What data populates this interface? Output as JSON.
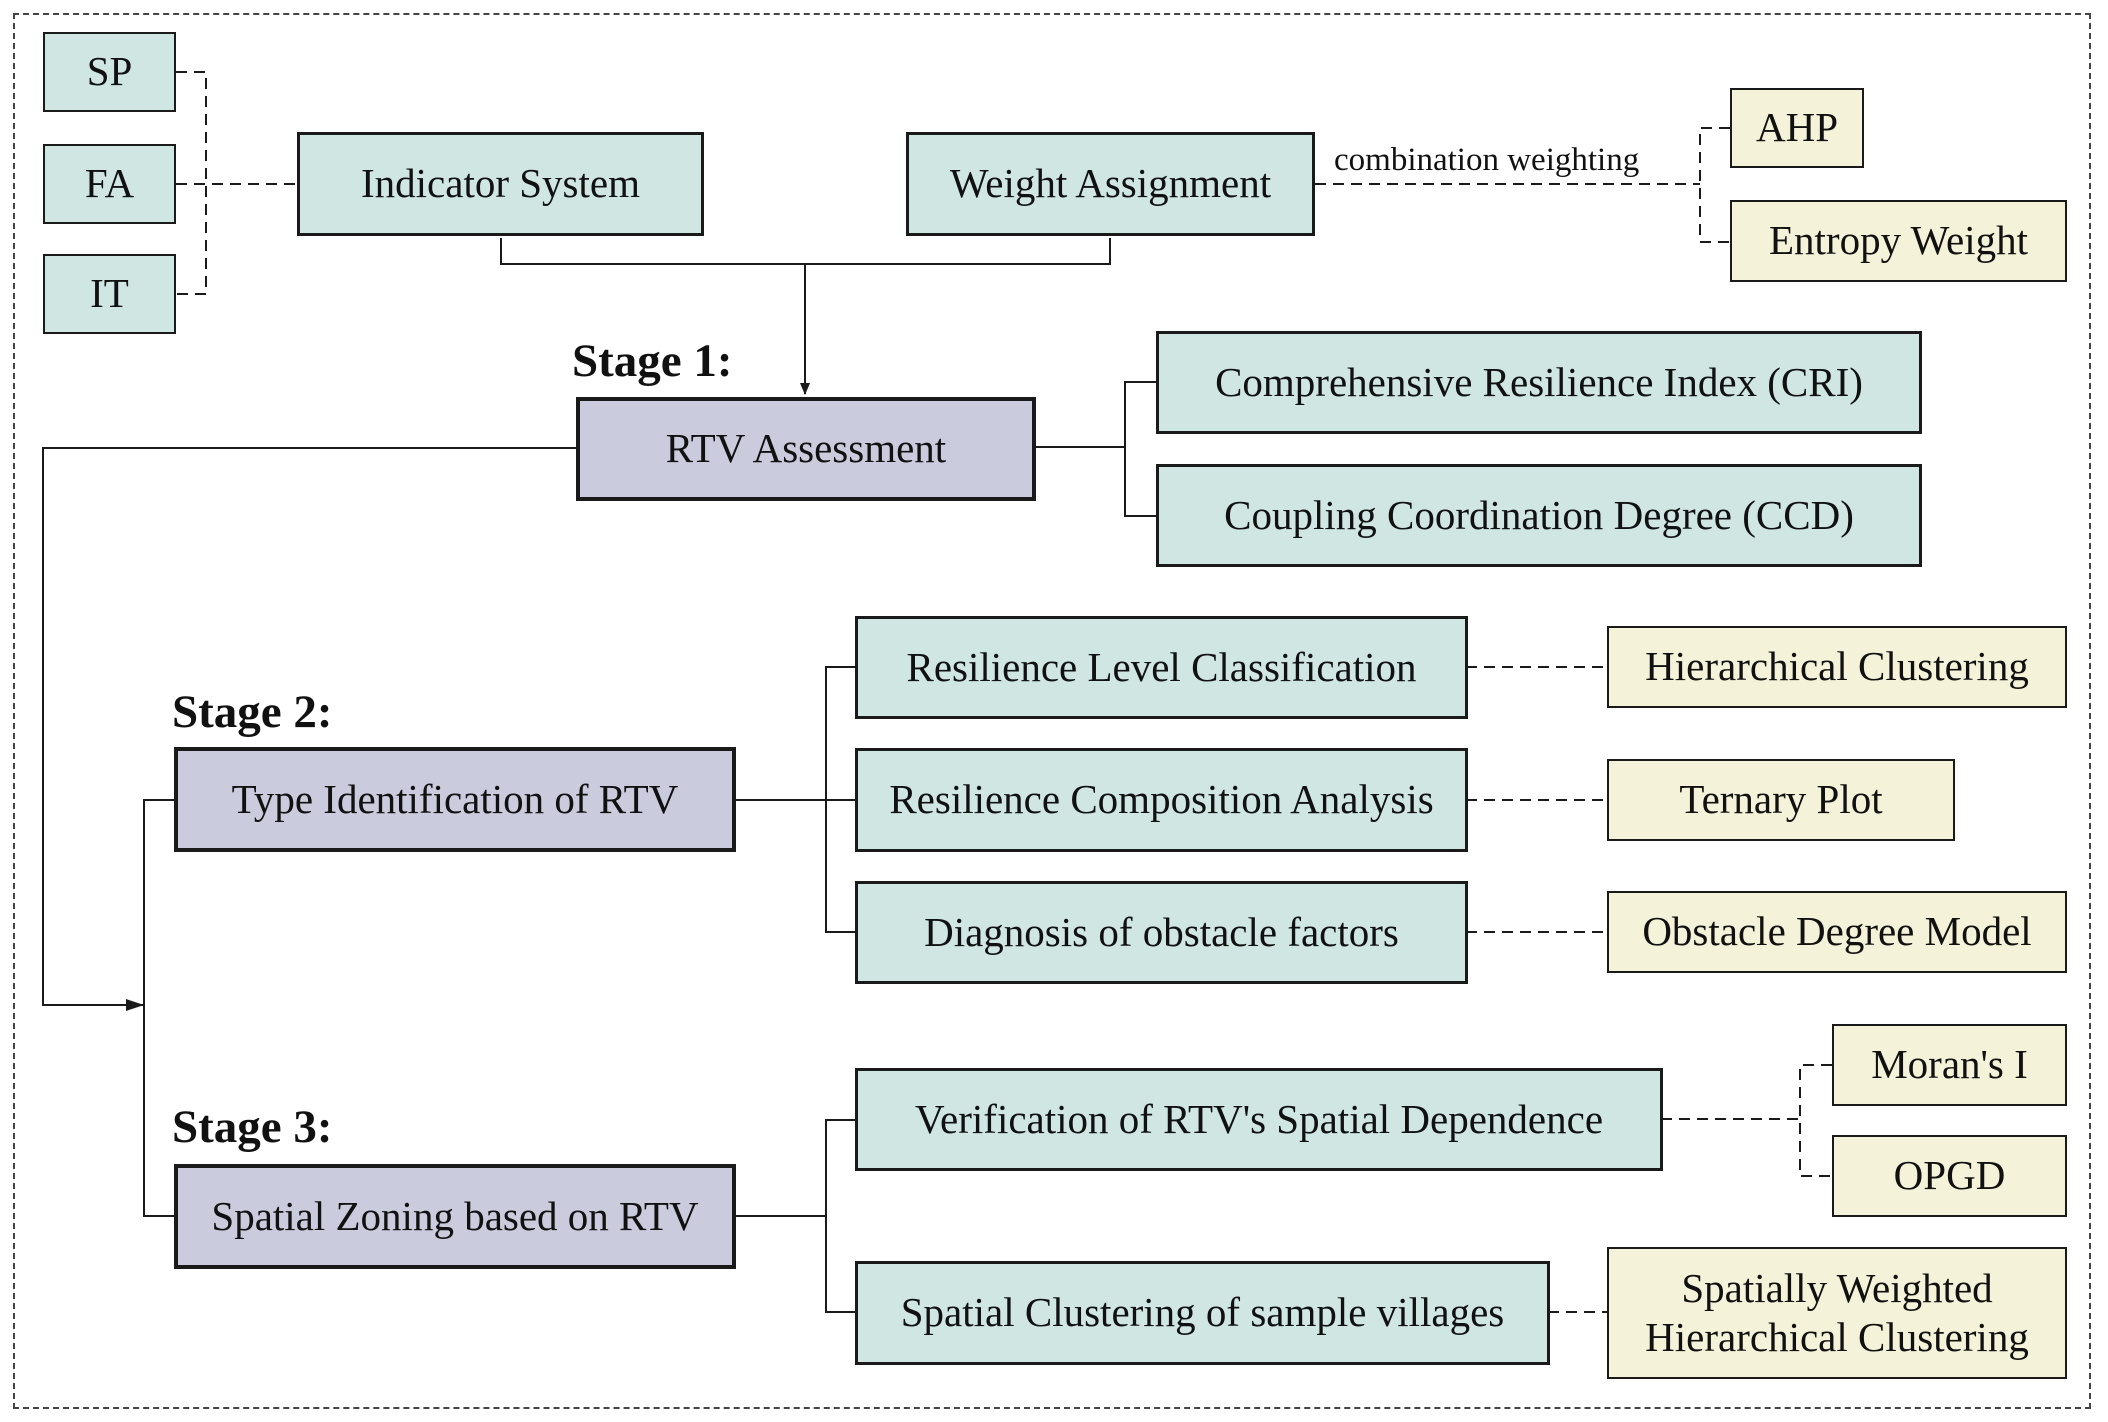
{
  "inputs": {
    "sp": "SP",
    "fa": "FA",
    "it": "IT"
  },
  "top": {
    "indicator_system": "Indicator System",
    "weight_assignment": "Weight Assignment",
    "combination_label": "combination weighting",
    "ahp": "AHP",
    "entropy_weight": "Entropy Weight"
  },
  "stage1": {
    "label": "Stage 1:",
    "main": "RTV Assessment",
    "outputs": [
      "Comprehensive Resilience Index (CRI)",
      "Coupling Coordination Degree (CCD)"
    ]
  },
  "stage2": {
    "label": "Stage 2:",
    "main": "Type Identification of RTV",
    "steps": [
      "Resilience Level Classification",
      "Resilience Composition Analysis",
      "Diagnosis of obstacle factors"
    ],
    "methods": [
      "Hierarchical Clustering",
      "Ternary Plot",
      "Obstacle Degree Model"
    ]
  },
  "stage3": {
    "label": "Stage 3:",
    "main": "Spatial Zoning based on RTV",
    "steps": [
      "Verification of RTV's Spatial Dependence",
      "Spatial Clustering of sample villages"
    ],
    "methods": {
      "morans_i": "Moran's I",
      "opgd": "OPGD",
      "swhc_line1": "Spatially Weighted",
      "swhc_line2": "Hierarchical Clustering"
    }
  }
}
